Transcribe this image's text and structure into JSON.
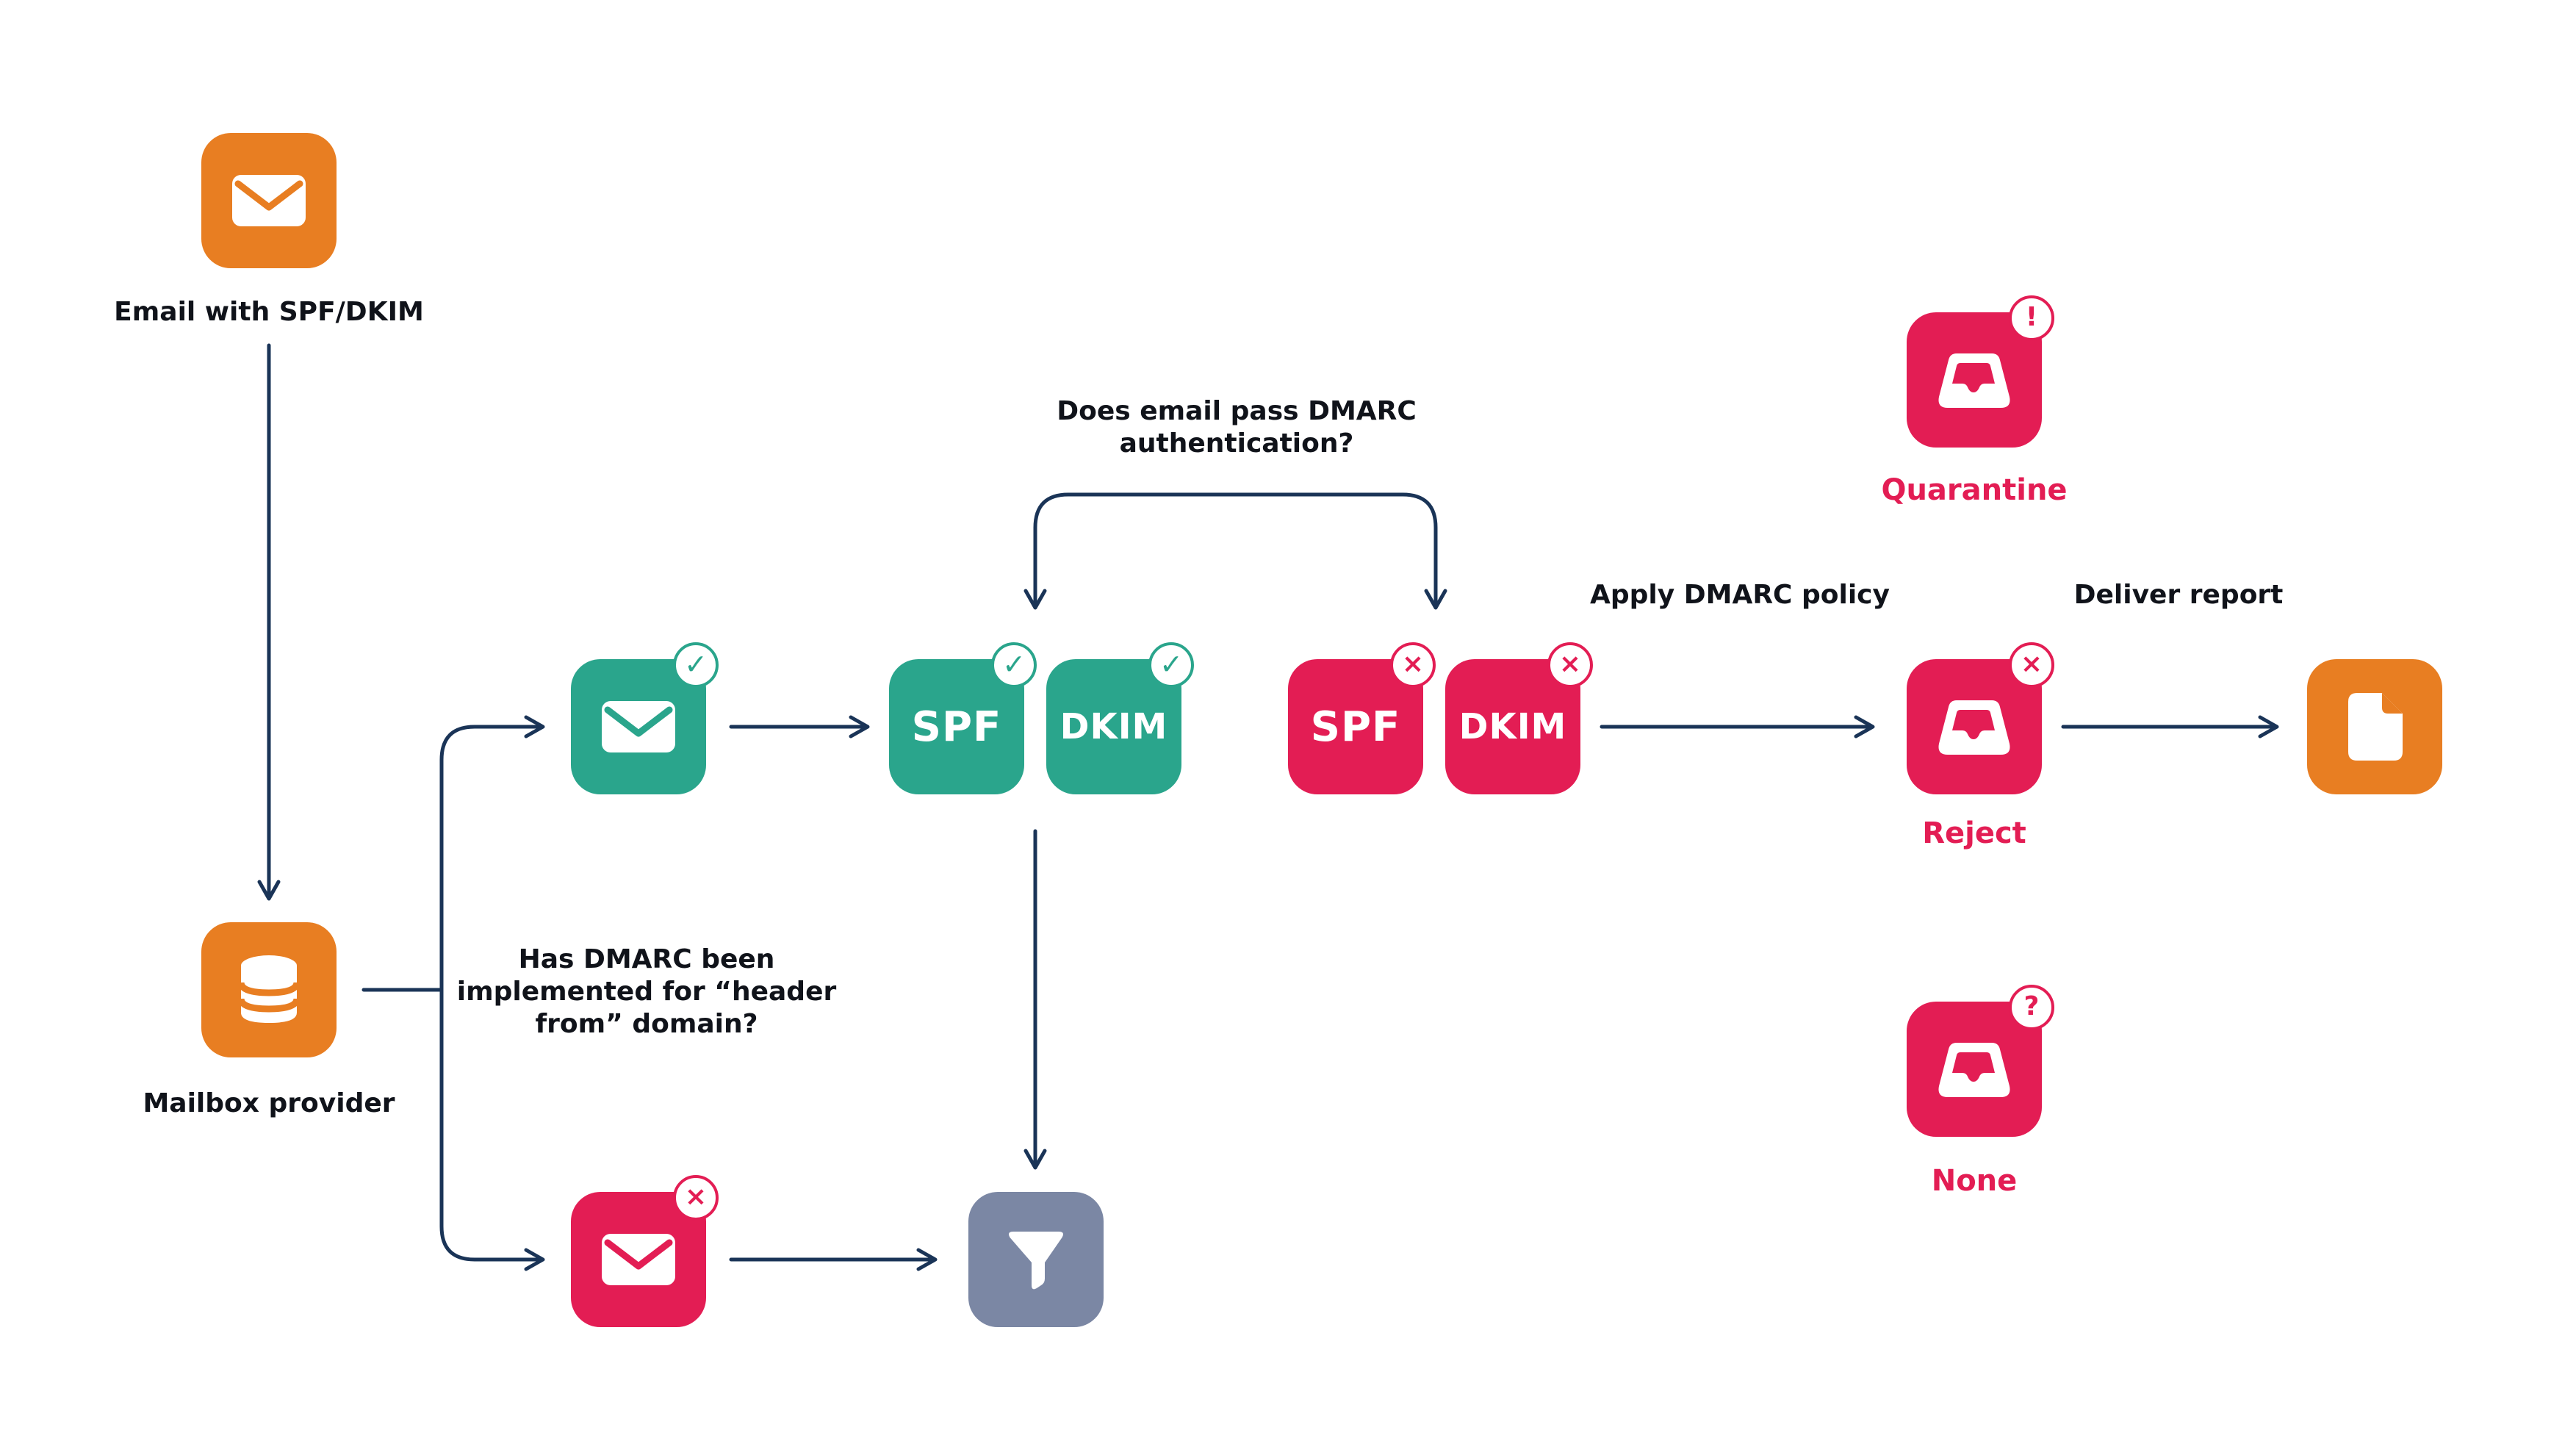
{
  "diagram": {
    "title_context": "DMARC email authentication flow",
    "colors": {
      "orange": "#E87E22",
      "green": "#2AA58C",
      "pink": "#E31D54",
      "arrow_navy": "#1A3457",
      "filter_slate": "#7B87A4",
      "text_ink": "#10131A"
    },
    "nodes": {
      "email_start": {
        "label": "Email with SPF/DKIM"
      },
      "mailbox": {
        "label": "Mailbox provider"
      },
      "spf_pass": {
        "label": "SPF"
      },
      "dkim_pass": {
        "label": "DKIM"
      },
      "spf_fail": {
        "label": "SPF"
      },
      "dkim_fail": {
        "label": "DKIM"
      },
      "quarantine": {
        "label": "Quarantine"
      },
      "reject": {
        "label": "Reject"
      },
      "none": {
        "label": "None"
      }
    },
    "annotations": {
      "dmarc_implemented": "Has DMARC been\nimplemented for “header\nfrom” domain?",
      "dmarc_pass_question": "Does email pass DMARC\nauthentication?",
      "apply_policy": "Apply DMARC policy",
      "deliver_report": "Deliver report"
    },
    "badges": {
      "check": "✓",
      "cross": "×",
      "exclaim": "!",
      "question": "?"
    }
  }
}
